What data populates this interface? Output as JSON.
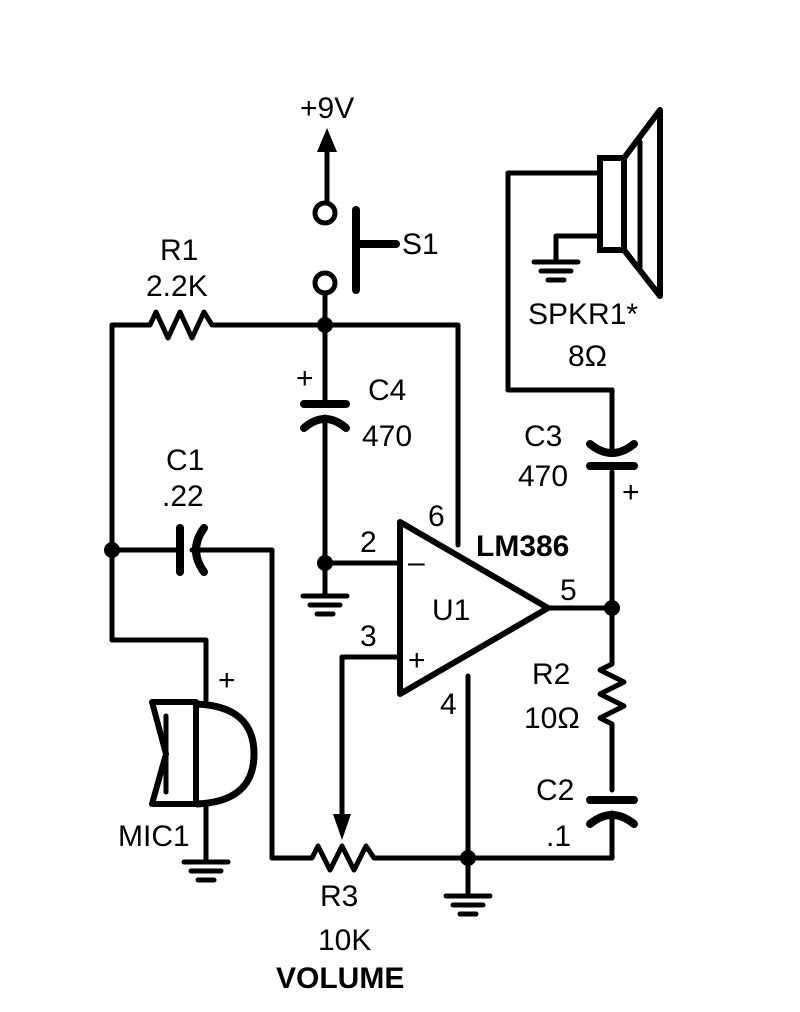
{
  "supply": {
    "label": "+9V"
  },
  "switch": {
    "ref": "S1"
  },
  "r1": {
    "ref": "R1",
    "value": "2.2K"
  },
  "c4": {
    "ref": "C4",
    "value": "470",
    "polarity": "+"
  },
  "c1": {
    "ref": "C1",
    "value": ".22"
  },
  "c3": {
    "ref": "C3",
    "value": "470",
    "polarity": "+"
  },
  "c2": {
    "ref": "C2",
    "value": ".1"
  },
  "r2": {
    "ref": "R2",
    "value": "10Ω"
  },
  "r3": {
    "ref": "R3",
    "value": "10K",
    "caption": "VOLUME"
  },
  "speaker": {
    "ref": "SPKR1*",
    "value": "8Ω"
  },
  "mic": {
    "ref": "MIC1",
    "polarity": "+"
  },
  "amp": {
    "ref": "U1",
    "part": "LM386",
    "inverting_sign": "–",
    "noninverting_sign": "+",
    "pins": {
      "p2": "2",
      "p3": "3",
      "p4": "4",
      "p5": "5",
      "p6": "6"
    }
  },
  "colors": {
    "ink": "#000000",
    "background": "#ffffff"
  }
}
